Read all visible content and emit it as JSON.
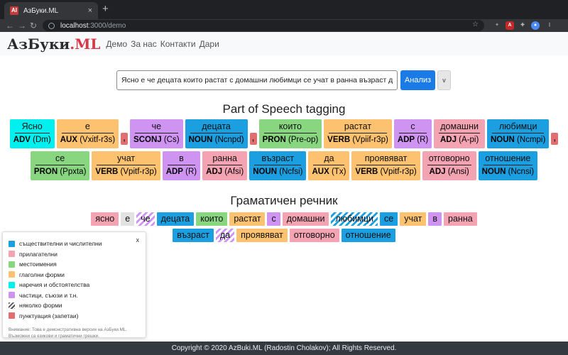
{
  "browser": {
    "tab_title": "АзБуки.ML",
    "tab_close": "×",
    "new_tab": "+",
    "url_host": "localhost",
    "url_path": ":3000/demo",
    "favicon_text": "AI"
  },
  "nav": {
    "logo_main": "АзБуки",
    "logo_suffix": ".ML",
    "links": [
      "Демо",
      "За нас",
      "Контакти",
      "Дари"
    ]
  },
  "input": {
    "value": "Ясно е че децата които растат с домашни любимци се учат в ранна възраст да проявяват отговорност",
    "analyze_label": "Анализ",
    "dropdown_label": "v"
  },
  "pos_title": "Part of Speech tagging",
  "dict_title": "Граматичен речник",
  "colors": {
    "noun": "#1c9fe0",
    "adj": "#f4a3b2",
    "pron": "#88d680",
    "verb": "#fcc26f",
    "adv": "#00f0f0",
    "part": "#cf94f2",
    "punct": "#e06f6f",
    "multi": "#cf94f2"
  },
  "pos_rows": [
    [
      {
        "word": "Ясно",
        "pos": "ADV",
        "tag": "(Dm)",
        "cls": "adv"
      },
      {
        "word": "е",
        "pos": "AUX",
        "tag": "(Vxitf-r3s)",
        "cls": "verb"
      },
      {
        "punct": ",",
        "cls": "punct"
      },
      {
        "word": "че",
        "pos": "SCONJ",
        "tag": "(Cs)",
        "cls": "part"
      },
      {
        "word": "децата",
        "pos": "NOUN",
        "tag": "(Ncnpd)",
        "cls": "noun"
      },
      {
        "punct": ",",
        "cls": "punct"
      },
      {
        "word": "които",
        "pos": "PRON",
        "tag": "(Pre-op)",
        "cls": "pron"
      },
      {
        "word": "растат",
        "pos": "VERB",
        "tag": "(Vpiif-r3p)",
        "cls": "verb"
      },
      {
        "word": "с",
        "pos": "ADP",
        "tag": "(R)",
        "cls": "part"
      },
      {
        "word": "домашни",
        "pos": "ADJ",
        "tag": "(A-pi)",
        "cls": "adj"
      },
      {
        "word": "любимци",
        "pos": "NOUN",
        "tag": "(Ncmpi)",
        "cls": "noun"
      },
      {
        "punct": ",",
        "cls": "punct"
      }
    ],
    [
      {
        "word": "се",
        "pos": "PRON",
        "tag": "(Ppxta)",
        "cls": "pron"
      },
      {
        "word": "учат",
        "pos": "VERB",
        "tag": "(Vpitf-r3p)",
        "cls": "verb"
      },
      {
        "word": "в",
        "pos": "ADP",
        "tag": "(R)",
        "cls": "part"
      },
      {
        "word": "ранна",
        "pos": "ADJ",
        "tag": "(Afsi)",
        "cls": "adj"
      },
      {
        "word": "възраст",
        "pos": "NOUN",
        "tag": "(Ncfsi)",
        "cls": "noun"
      },
      {
        "word": "да",
        "pos": "AUX",
        "tag": "(Tx)",
        "cls": "verb"
      },
      {
        "word": "проявяват",
        "pos": "VERB",
        "tag": "(Vpitf-r3p)",
        "cls": "verb"
      },
      {
        "word": "отговорно",
        "pos": "ADJ",
        "tag": "(Ansi)",
        "cls": "adj"
      },
      {
        "word": "отношение",
        "pos": "NOUN",
        "tag": "(Ncnsi)",
        "cls": "noun"
      }
    ]
  ],
  "dict_rows": [
    [
      {
        "word": "ясно",
        "cls": "adj"
      },
      {
        "word": "е",
        "cls": "grey"
      },
      {
        "word": "че",
        "cls": "part",
        "multi": true
      },
      {
        "word": "децата",
        "cls": "noun"
      },
      {
        "word": "които",
        "cls": "pron"
      },
      {
        "word": "растат",
        "cls": "verb"
      },
      {
        "word": "с",
        "cls": "part"
      },
      {
        "word": "домашни",
        "cls": "adj"
      },
      {
        "word": "любимци",
        "cls": "noun",
        "multi": true
      },
      {
        "word": "се",
        "cls": "noun"
      },
      {
        "word": "учат",
        "cls": "verb"
      },
      {
        "word": "в",
        "cls": "part"
      },
      {
        "word": "ранна",
        "cls": "adj"
      }
    ],
    [
      {
        "word": "възраст",
        "cls": "noun"
      },
      {
        "word": "да",
        "cls": "part",
        "multi": true
      },
      {
        "word": "проявяват",
        "cls": "verb"
      },
      {
        "word": "отговорно",
        "cls": "adj"
      },
      {
        "word": "отношение",
        "cls": "noun"
      }
    ]
  ],
  "legend": {
    "close": "x",
    "items": [
      {
        "label": "съществителни и числителни",
        "cls": "noun"
      },
      {
        "label": "прилагателни",
        "cls": "adj"
      },
      {
        "label": "местоимения",
        "cls": "pron"
      },
      {
        "label": "глаголни форми",
        "cls": "verb"
      },
      {
        "label": "наречия и обстоятелства",
        "cls": "adv"
      },
      {
        "label": "частици, съюзи и т.н.",
        "cls": "part"
      },
      {
        "label": "няколко форми",
        "cls": "multi-legend"
      },
      {
        "label": "пунктуация (запетаи)",
        "cls": "punct"
      }
    ],
    "note_line1": "Внимание: Това е демонстративна версия на АзБуки.ML.",
    "note_line2": "Възможни са езикови и граматични грешки."
  },
  "footer": "Copyright © 2020 AzBuki.ML (Radostin Cholakov); All Rights Reserved."
}
